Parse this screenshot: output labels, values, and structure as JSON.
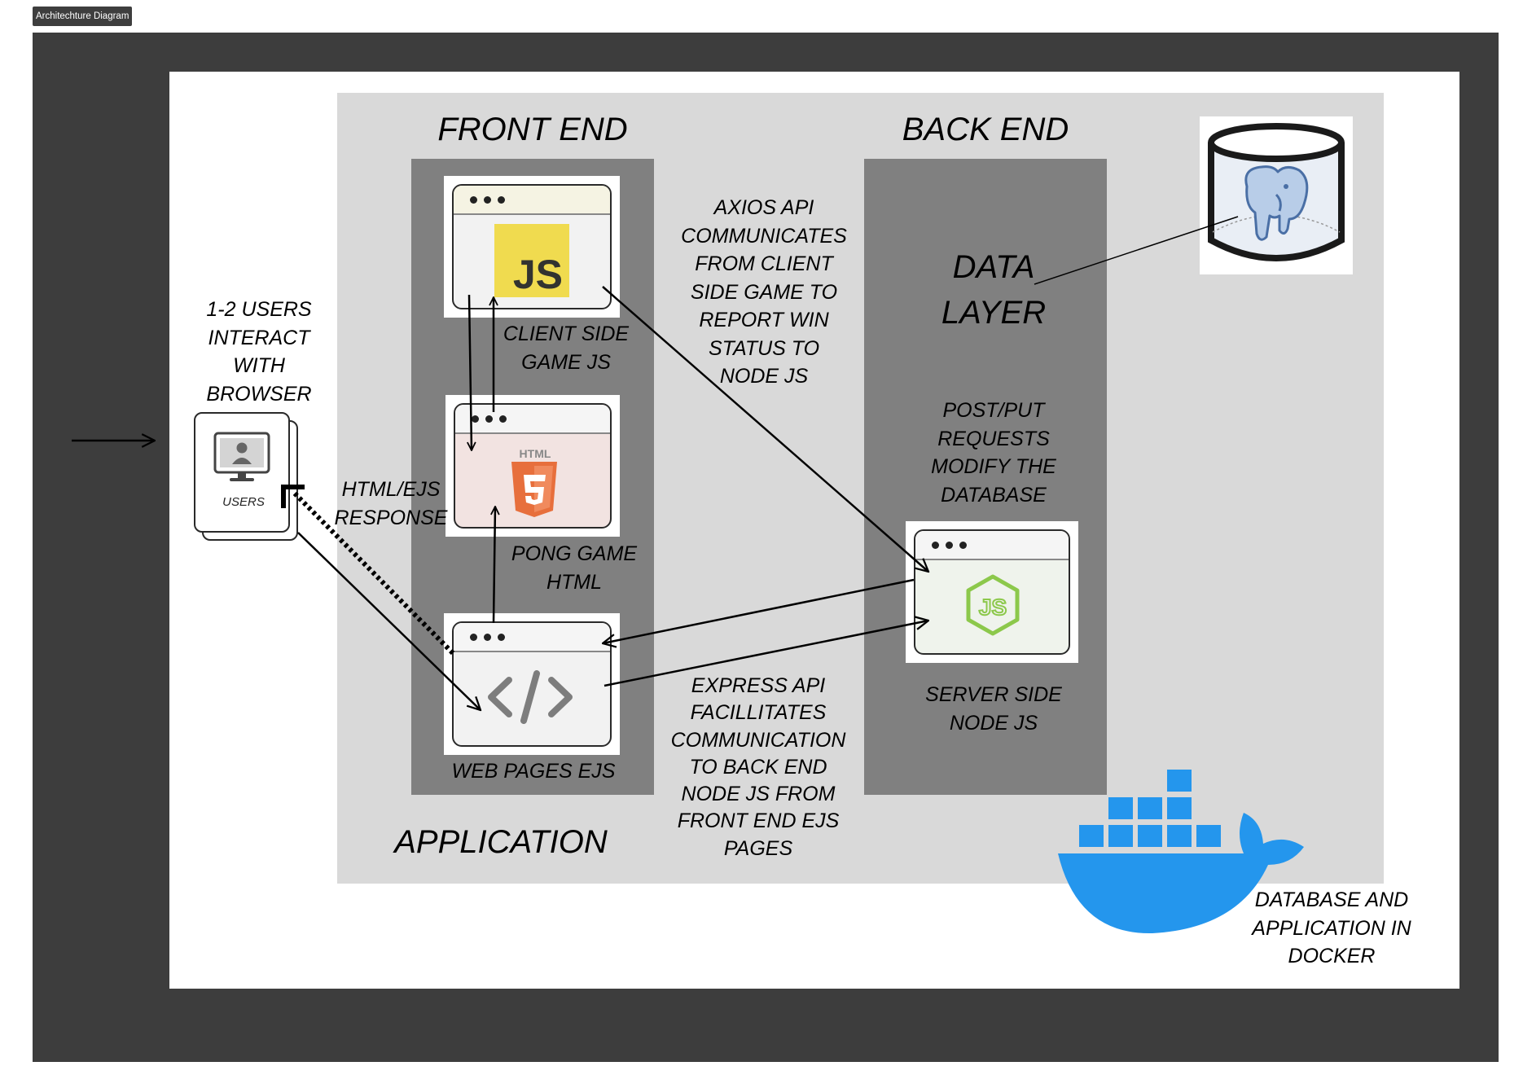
{
  "frame_tab": "Architechture Diagram",
  "sections": {
    "front_end": "FRONT END",
    "back_end": "BACK END",
    "application": "APPLICATION",
    "data_layer_line1": "DATA",
    "data_layer_line2": "LAYER"
  },
  "users": {
    "caption_lines": [
      "1-2 USERS",
      "INTERACT",
      "WITH",
      "BROWSER"
    ],
    "icon_label": "USERS"
  },
  "nodes": {
    "client_js": {
      "badge": "JS",
      "caption_lines": [
        "CLIENT SIDE",
        "GAME JS"
      ]
    },
    "pong_html": {
      "badge": "HTML",
      "caption_lines": [
        "PONG GAME",
        "HTML"
      ]
    },
    "web_ejs": {
      "caption": "WEB PAGES EJS"
    },
    "node_js": {
      "badge": "JS",
      "caption_lines": [
        "SERVER SIDE",
        "NODE JS"
      ]
    }
  },
  "annotations": {
    "axios": [
      "AXIOS API",
      "COMMUNICATES",
      "FROM CLIENT",
      "SIDE GAME TO",
      "REPORT WIN",
      "STATUS TO",
      "NODE JS"
    ],
    "html_ejs_response": [
      "HTML/EJS",
      "RESPONSE"
    ],
    "post_put": [
      "POST/PUT",
      "REQUESTS",
      "MODIFY THE",
      "DATABASE"
    ],
    "express": [
      "EXPRESS API",
      "FACILLITATES",
      "COMMUNICATION",
      "TO BACK END",
      "NODE JS FROM",
      "FRONT END EJS",
      "PAGES"
    ],
    "docker": [
      "DATABASE AND",
      "APPLICATION IN",
      "DOCKER"
    ]
  },
  "icons": {
    "database": "postgres-elephant-cylinder-icon",
    "docker": "docker-whale-icon",
    "user": "user-monitor-icon",
    "code": "code-brackets-icon",
    "html5": "html5-shield-icon",
    "nodejs": "nodejs-hexagon-icon"
  },
  "colors": {
    "frame": "#3d3d3d",
    "app_panel": "#d9d9d9",
    "column": "#808080",
    "js_yellow": "#f0db4f",
    "html5_orange": "#e76f3c",
    "node_green": "#8cc84b",
    "docker_blue": "#2496ed",
    "postgres_blue": "#b8cde8"
  }
}
